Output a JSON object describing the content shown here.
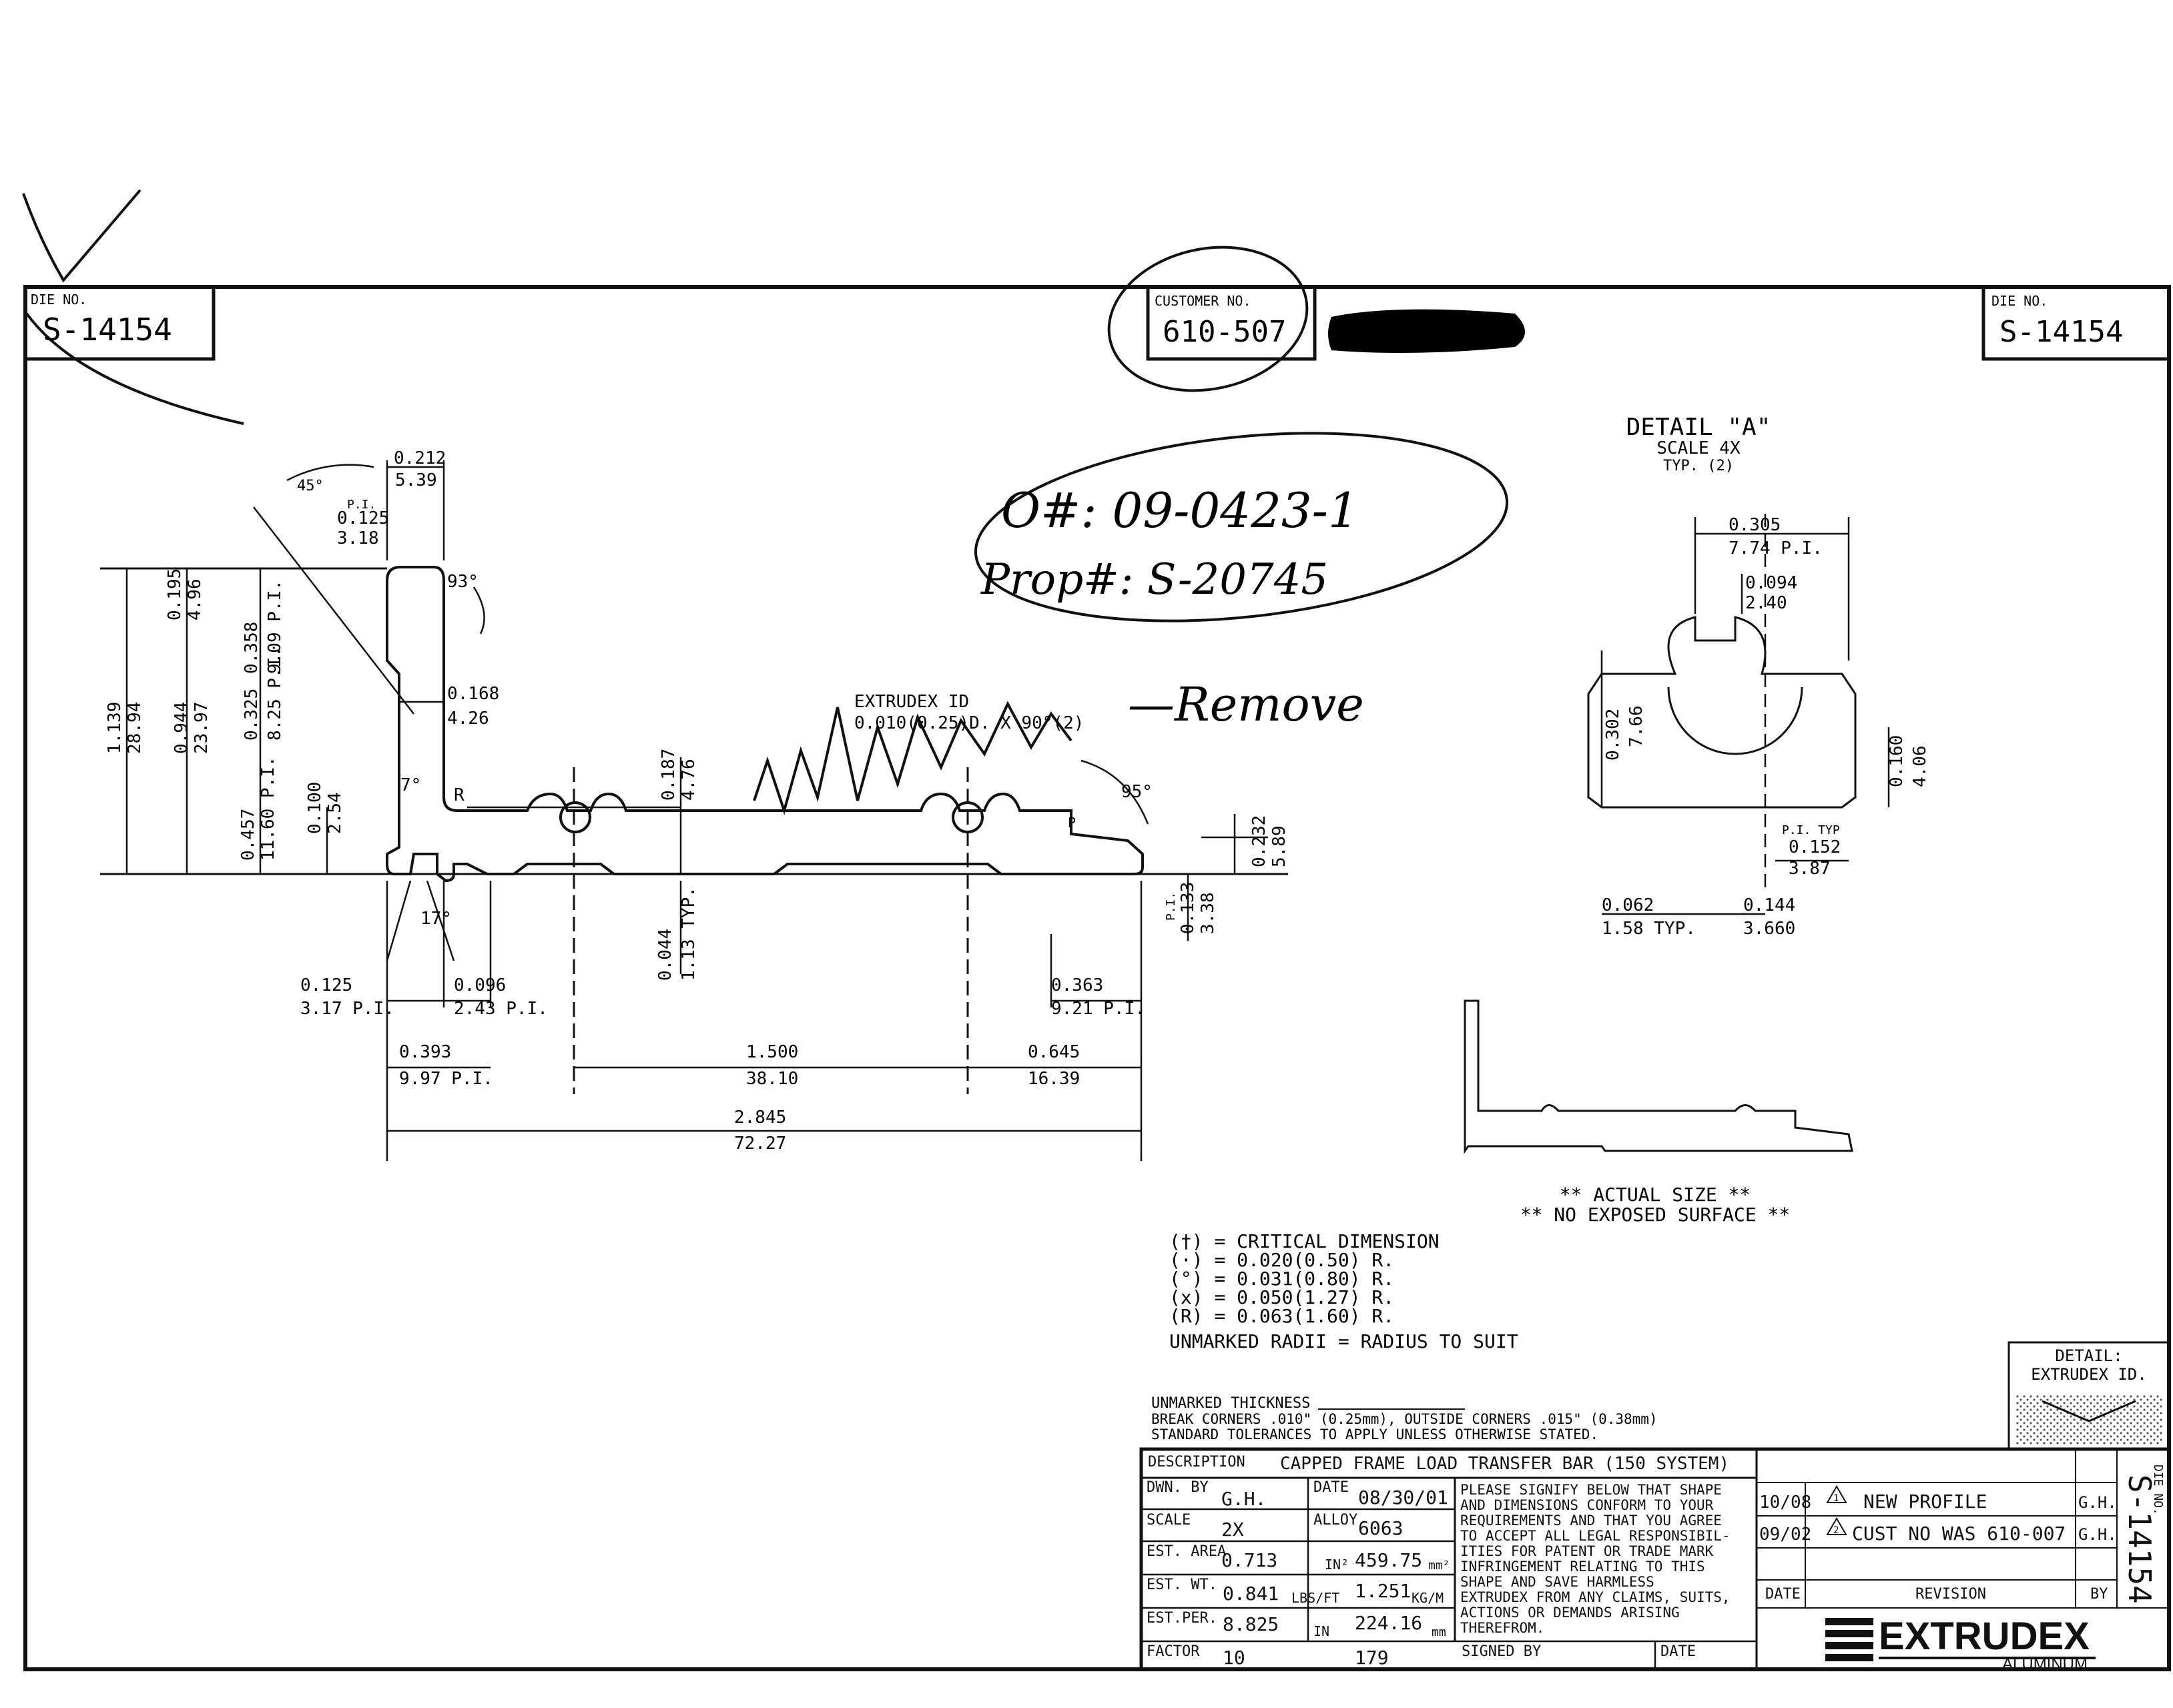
{
  "title_block_top": {
    "die_no_label": "DIE NO.",
    "die_no": "S-14154",
    "customer_no_label": "CUSTOMER NO.",
    "customer_no": "610-507",
    "die_no_right_label": "DIE NO.",
    "die_no_right": "S-14154"
  },
  "handwritten": {
    "order_line": "O#: 09-0423-1",
    "prop_line": "Prop#: S-20745",
    "remove_note": "—Remove"
  },
  "detail_a": {
    "title": "DETAIL \"A\"",
    "scale": "SCALE 4X",
    "typ": "TYP. (2)",
    "dims": {
      "w_in": "0.305",
      "w_mm": "7.74 P.I.",
      "slot_in": "0.094",
      "slot_mm": "2.40",
      "h_in": "0.302",
      "h_mm": "7.66",
      "r_in": "0.160",
      "r_mm": "4.06",
      "pi_typ": "P.I. TYP",
      "c_in": "0.152",
      "c_mm": "3.87",
      "e_in": "0.062",
      "e_mm": "1.58 TYP.",
      "f_in": "0.144",
      "f_mm": "3.660"
    }
  },
  "main_dims": {
    "top_w_in": "0.212",
    "top_w_mm": "5.39",
    "angle45": "45°",
    "pi_label": "P.I.",
    "tip_in": "0.125",
    "tip_mm": "3.18",
    "angle93": "93°",
    "d1_in": "0.195",
    "d1_mm": "4.96",
    "d2_in": "0.358",
    "d2_mm": "9.09 P.I.",
    "d3_in": "0.325",
    "d3_mm": "8.25 P.I.",
    "d4_in": "0.944",
    "d4_mm": "23.97",
    "d5_in": "1.139",
    "d5_mm": "28.94",
    "d6_in": "0.457",
    "d6_mm": "11.60 P.I.",
    "d7_in": "0.100",
    "d7_mm": "2.54",
    "w168_in": "0.168",
    "w168_mm": "4.26",
    "angle7": "7°",
    "r_mark": "R",
    "h187_in": "0.187",
    "h187_mm": "4.76",
    "extrudex_id": "EXTRUDEX ID",
    "extrudex_id_2": "0.010(0.25)D. X 90°(2)",
    "angle95": "95°",
    "p_mark": "P",
    "h232_in": "0.232",
    "h232_mm": "5.89",
    "angle17": "17°",
    "typ044_in": "0.044",
    "typ044_mm": "1.13 TYP.",
    "pi133_in": "0.133",
    "pi133_mm": "3.38",
    "pi133_label": "P.I.",
    "b125_in": "0.125",
    "b125_mm": "3.17 P.I.",
    "b096_in": "0.096",
    "b096_mm": "2.43 P.I.",
    "b363_in": "0.363",
    "b363_mm": "9.21 P.I.",
    "b393_in": "0.393",
    "b393_mm": "9.97 P.I.",
    "b1500_in": "1.500",
    "b1500_mm": "38.10",
    "b645_in": "0.645",
    "b645_mm": "16.39",
    "overall_in": "2.845",
    "overall_mm": "72.27"
  },
  "notes": {
    "actual_size": "** ACTUAL SIZE **",
    "no_exposed": "** NO EXPOSED SURFACE **",
    "legend": [
      "(†) = CRITICAL DIMENSION",
      "(·) = 0.020(0.50) R.",
      "(°) = 0.031(0.80) R.",
      "(x) = 0.050(1.27) R.",
      "(R) = 0.063(1.60) R.",
      "UNMARKED RADII = RADIUS TO SUIT"
    ],
    "unmarked_thickness": "UNMARKED THICKNESS",
    "break_corners": "BREAK CORNERS .010\" (0.25mm), OUTSIDE CORNERS .015\" (0.38mm)",
    "tolerances": "STANDARD TOLERANCES TO APPLY UNLESS OTHERWISE STATED."
  },
  "detail_box": {
    "line1": "DETAIL:",
    "line2": "EXTRUDEX ID."
  },
  "title_block": {
    "description_label": "DESCRIPTION",
    "description": "CAPPED FRAME LOAD TRANSFER BAR (150 SYSTEM)",
    "dwn_by_label": "DWN. BY",
    "dwn_by": "G.H.",
    "date_label": "DATE",
    "date": "08/30/01",
    "scale_label": "SCALE",
    "scale": "2X",
    "alloy_label": "ALLOY",
    "alloy": "6063",
    "est_area_label": "EST. AREA",
    "est_area_in": "0.713",
    "est_area_in_unit": "IN²",
    "est_area_mm": "459.75",
    "est_area_mm_unit": "mm²",
    "est_wt_label": "EST. WT.",
    "est_wt_lbs": "0.841",
    "est_wt_lbs_unit": "LBS/FT",
    "est_wt_kg": "1.251",
    "est_wt_kg_unit": "KG/M",
    "est_per_label": "EST.PER.",
    "est_per_in": "8.825",
    "est_per_in_unit": "IN",
    "est_per_mm": "224.16",
    "est_per_mm_unit": "mm",
    "factor_label": "FACTOR",
    "factor_1": "10",
    "factor_2": "179",
    "agreement": [
      "PLEASE SIGNIFY BELOW THAT SHAPE",
      "AND DIMENSIONS CONFORM TO YOUR",
      "REQUIREMENTS AND THAT YOU AGREE",
      "TO ACCEPT ALL LEGAL RESPONSIBIL-",
      "ITIES FOR PATENT OR TRADE MARK",
      "INFRINGEMENT RELATING TO THIS",
      "SHAPE AND SAVE HARMLESS",
      "EXTRUDEX FROM ANY CLAIMS, SUITS,",
      "ACTIONS OR DEMANDS ARISING",
      "THEREFROM."
    ],
    "signed_by_label": "SIGNED BY",
    "sign_date_label": "DATE",
    "revisions": [
      {
        "date": "10/08",
        "num": "1",
        "text": "NEW PROFILE",
        "by": "G.H."
      },
      {
        "date": "09/02",
        "num": "2",
        "text": "CUST NO WAS 610-007",
        "by": "G.H."
      }
    ],
    "rev_date_header": "DATE",
    "rev_header": "REVISION",
    "rev_by_header": "BY",
    "side_die_label": "DIE NO.",
    "side_die_no": "S-14154",
    "logo": "EXTRUDEX",
    "logo_sub": "ALUMINUM"
  }
}
